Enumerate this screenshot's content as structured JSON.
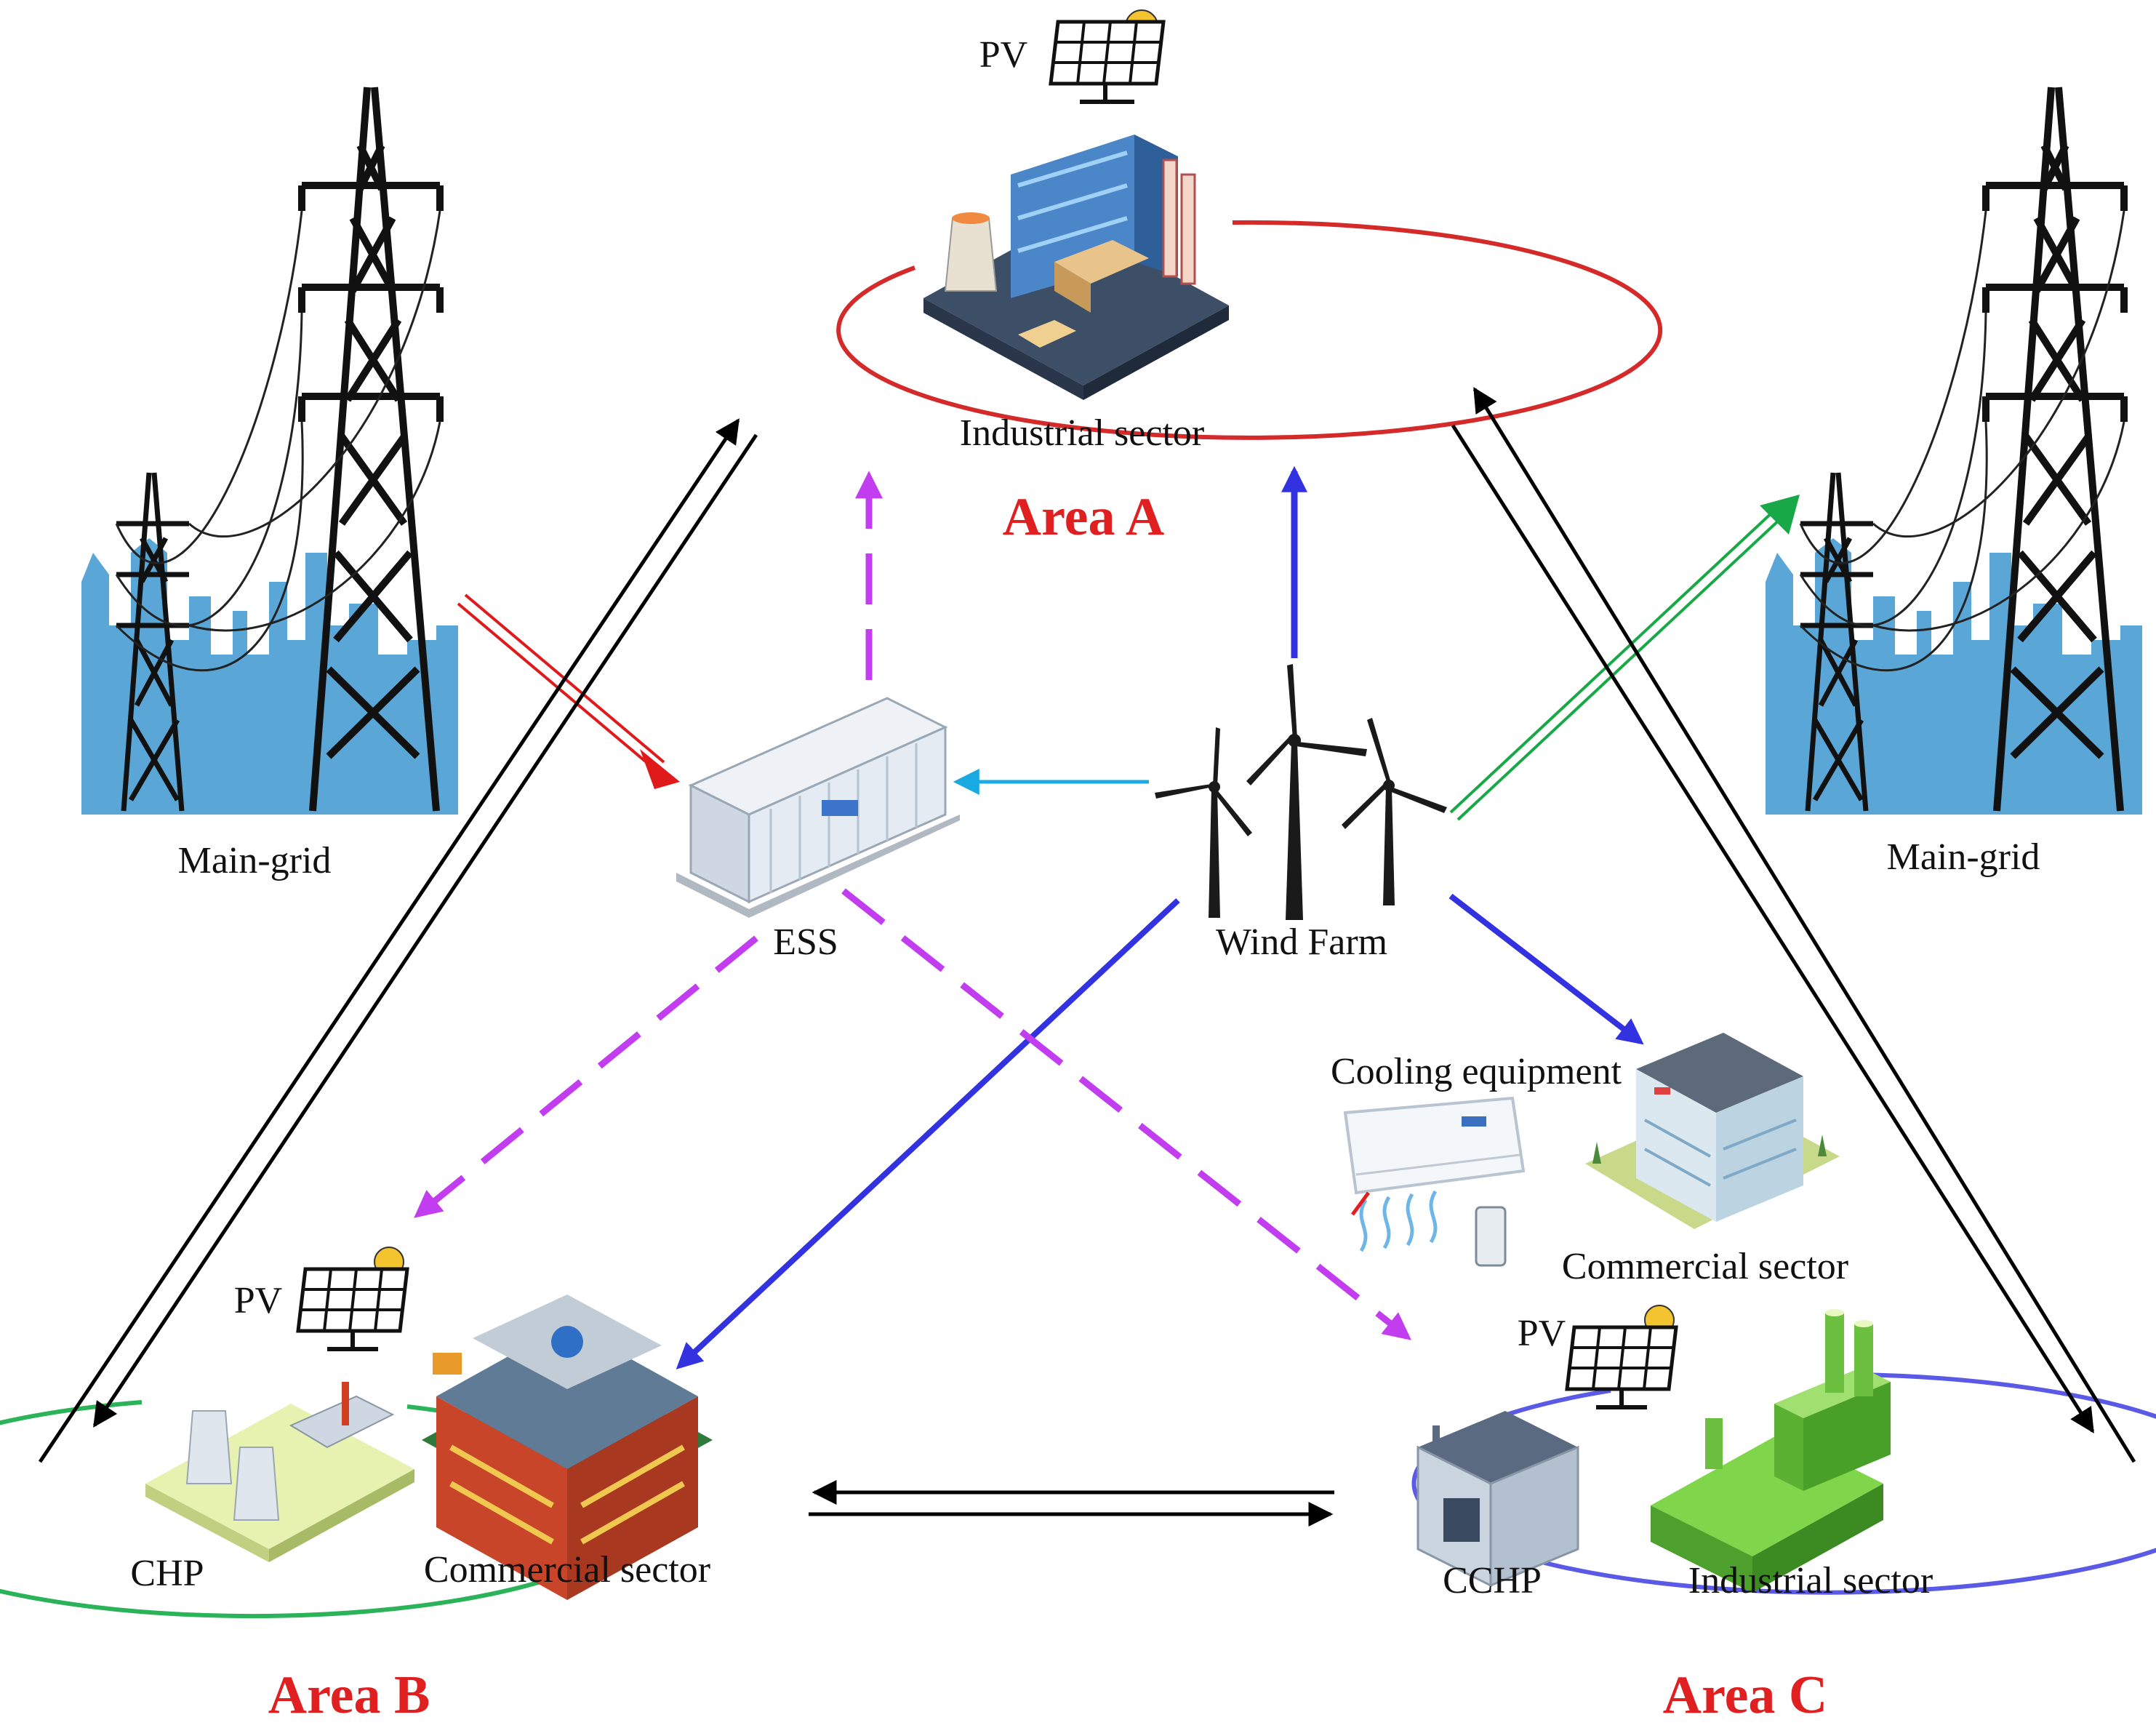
{
  "labels": {
    "pv_a": "PV",
    "industrial_a": "Industrial sector",
    "area_a": "Area A",
    "main_grid_left": "Main-grid",
    "main_grid_right": "Main-grid",
    "ess": "ESS",
    "wind_farm": "Wind Farm",
    "cooling": "Cooling equipment",
    "commercial_c": "Commercial sector",
    "pv_b": "PV",
    "pv_c": "PV",
    "chp": "CHP",
    "commercial_b": "Commercial sector",
    "cchp": "CCHP",
    "industrial_c": "Industrial sector",
    "area_b": "Area B",
    "area_c": "Area C"
  },
  "colors": {
    "area_a": "#d42a2a",
    "area_b": "#2bb35a",
    "area_c": "#5a5ae6",
    "area_text": "#e02020",
    "wind_flow": "#3232e0",
    "ess_flow": "#c23cf0",
    "wind_to_ess": "#1aa9e0",
    "grid_to_ess": "#e01a1a",
    "wind_to_grid": "#18a848",
    "exchange": "#000000",
    "city": "#5aa6d6"
  }
}
